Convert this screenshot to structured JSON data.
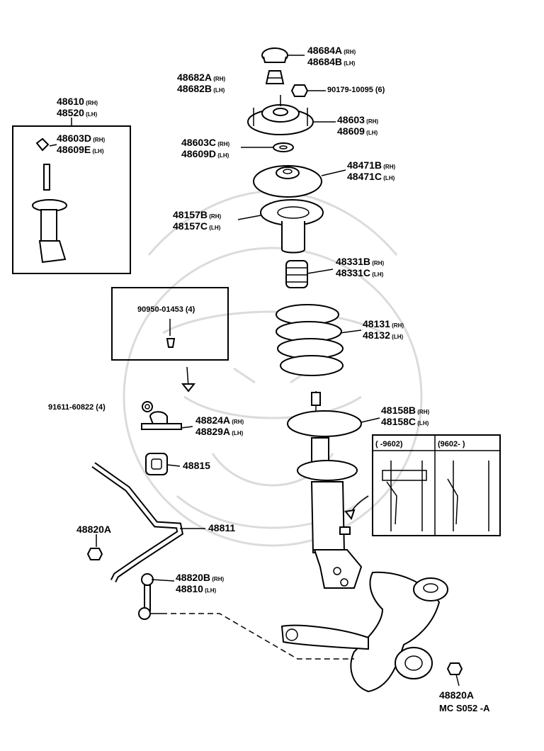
{
  "diagram": {
    "parts": [
      {
        "id": "p48684",
        "lines": [
          [
            "48684A",
            "(RH)"
          ],
          [
            "48684B",
            "(LH)"
          ]
        ]
      },
      {
        "id": "p48682",
        "lines": [
          [
            "48682A",
            "(RH)"
          ],
          [
            "48682B",
            "(LH)"
          ]
        ]
      },
      {
        "id": "p90179",
        "lines": [
          [
            "90179-10095 (6)",
            ""
          ]
        ]
      },
      {
        "id": "p48610",
        "lines": [
          [
            "48610",
            "(RH)"
          ],
          [
            "48520",
            "(LH)"
          ]
        ]
      },
      {
        "id": "p48603",
        "lines": [
          [
            "48603",
            "(RH)"
          ],
          [
            "48609",
            "(LH)"
          ]
        ]
      },
      {
        "id": "p48603D",
        "lines": [
          [
            "48603D",
            "(RH)"
          ],
          [
            "48609E",
            "(LH)"
          ]
        ]
      },
      {
        "id": "p48603C",
        "lines": [
          [
            "48603C",
            "(RH)"
          ],
          [
            "48609D",
            "(LH)"
          ]
        ]
      },
      {
        "id": "p48471",
        "lines": [
          [
            "48471B",
            "(RH)"
          ],
          [
            "48471C",
            "(LH)"
          ]
        ]
      },
      {
        "id": "p48157",
        "lines": [
          [
            "48157B",
            "(RH)"
          ],
          [
            "48157C",
            "(LH)"
          ]
        ]
      },
      {
        "id": "p48331",
        "lines": [
          [
            "48331B",
            "(RH)"
          ],
          [
            "48331C",
            "(LH)"
          ]
        ]
      },
      {
        "id": "p90950",
        "lines": [
          [
            "90950-01453 (4)",
            ""
          ]
        ]
      },
      {
        "id": "p48131",
        "lines": [
          [
            "48131",
            "(RH)"
          ],
          [
            "48132",
            "(LH)"
          ]
        ]
      },
      {
        "id": "p91611",
        "lines": [
          [
            "91611-60822 (4)",
            ""
          ]
        ]
      },
      {
        "id": "p48158",
        "lines": [
          [
            "48158B",
            "(RH)"
          ],
          [
            "48158C",
            "(LH)"
          ]
        ]
      },
      {
        "id": "p48824",
        "lines": [
          [
            "48824A",
            "(RH)"
          ],
          [
            "48829A",
            "(LH)"
          ]
        ]
      },
      {
        "id": "p48815",
        "lines": [
          [
            "48815",
            ""
          ]
        ]
      },
      {
        "id": "p48811",
        "lines": [
          [
            "48811",
            ""
          ]
        ]
      },
      {
        "id": "p48820A-left",
        "lines": [
          [
            "48820A",
            ""
          ]
        ]
      },
      {
        "id": "p48820B",
        "lines": [
          [
            "48820B",
            "(RH)"
          ],
          [
            "48810",
            "(LH)"
          ]
        ]
      },
      {
        "id": "p48820A-right",
        "lines": [
          [
            "48820A",
            ""
          ]
        ]
      }
    ],
    "inset": {
      "left_range": "( -9602)",
      "right_range": "(9602- )"
    },
    "reference_code": "MC S052 -A"
  }
}
